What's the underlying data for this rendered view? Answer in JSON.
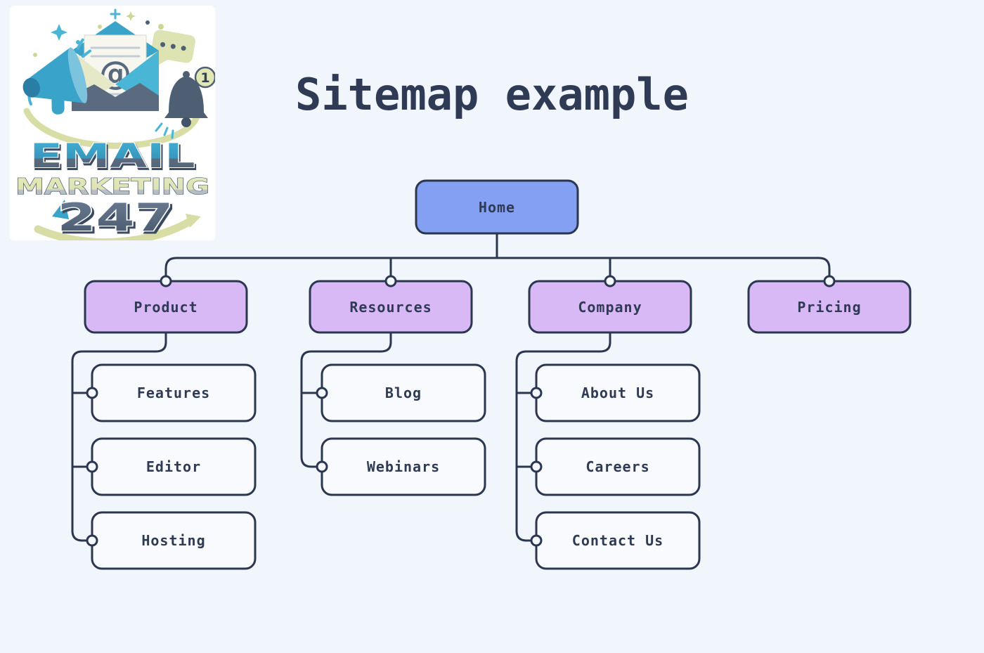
{
  "page": {
    "title": "Sitemap example",
    "background_color": "#f1f5fc",
    "text_color": "#2f3a54"
  },
  "logo": {
    "brand_line1": "EMAIL",
    "brand_line2": "MARKETING",
    "brand_line3": "247",
    "at_symbol": "@",
    "badge_count": "1",
    "colors": {
      "teal": "#3aa3c9",
      "light_teal": "#49b6d6",
      "cream": "#dde3b2",
      "slate": "#5a6b80",
      "navy": "#4e5f73",
      "background": "#ffffff"
    }
  },
  "sitemap": {
    "colors": {
      "root_fill": "#83a0f2",
      "section_fill": "#d8b9f5",
      "leaf_fill": "#f8fafd",
      "line": "#2b3750",
      "connector_dot_fill": "#f4f7fc"
    },
    "root": {
      "label": "Home"
    },
    "sections": [
      {
        "label": "Product",
        "children": [
          {
            "label": "Features"
          },
          {
            "label": "Editor"
          },
          {
            "label": "Hosting"
          }
        ]
      },
      {
        "label": "Resources",
        "children": [
          {
            "label": "Blog"
          },
          {
            "label": "Webinars"
          }
        ]
      },
      {
        "label": "Company",
        "children": [
          {
            "label": "About Us"
          },
          {
            "label": "Careers"
          },
          {
            "label": "Contact Us"
          }
        ]
      },
      {
        "label": "Pricing",
        "children": []
      }
    ]
  }
}
